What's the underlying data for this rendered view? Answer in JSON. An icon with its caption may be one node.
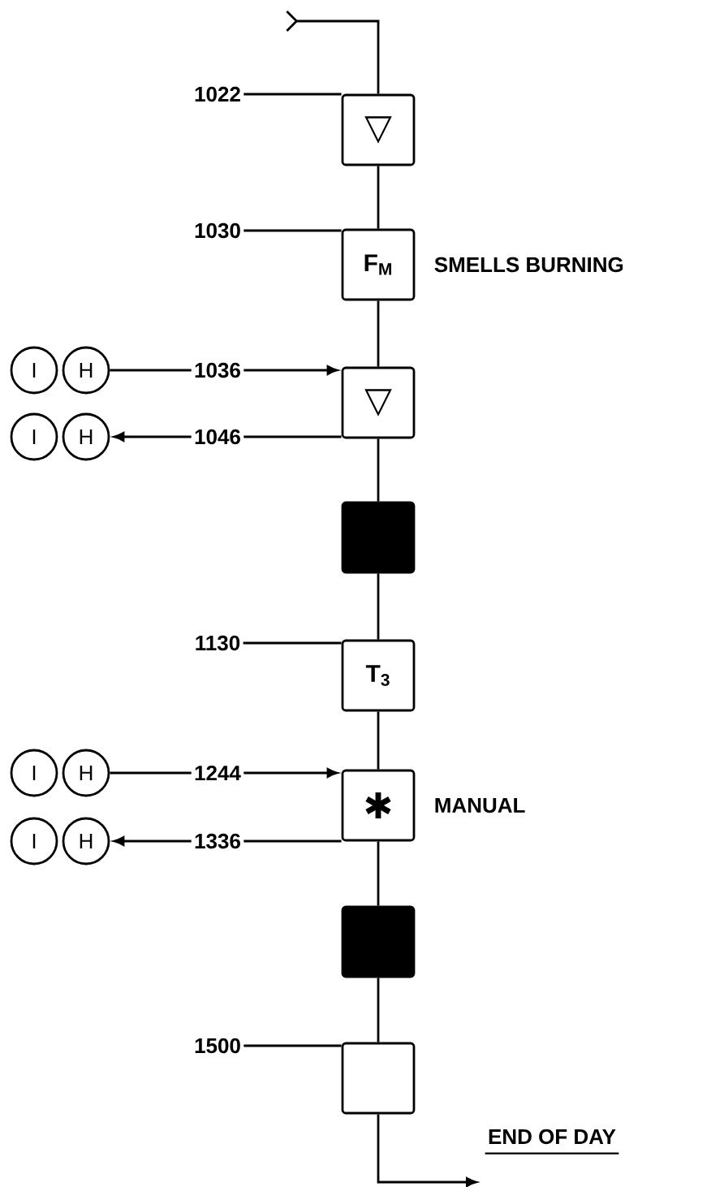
{
  "diagram": {
    "nodes": [
      {
        "text": [
          "1022"
        ]
      },
      {
        "text": [
          "▽"
        ]
      },
      {
        "text": [
          "1030"
        ]
      },
      {
        "text": [
          "F$_{M}$"
        ],
        "beside": [
          "SMELLS BURNING"
        ]
      },
      {
        "text": [
          "I"
        ]
      },
      {
        "text": [
          "H"
        ]
      },
      {
        "text": [
          "1036"
        ]
      },
      {
        "text": [
          "▽"
        ]
      },
      {
        "text": [
          "I"
        ]
      },
      {
        "text": [
          "H"
        ]
      },
      {
        "text": [
          "1046"
        ]
      },
      {
        "text": [],
        "shape": "block"
      },
      {
        "text": [
          "1130"
        ]
      },
      {
        "text": [
          "T$_{3}$"
        ]
      },
      {
        "text": [
          "I"
        ]
      },
      {
        "text": [
          "H"
        ]
      },
      {
        "text": [
          "1244"
        ]
      },
      {
        "text": [
          "✱"
        ],
        "beside": [
          "MANUAL"
        ]
      },
      {
        "text": [
          "I"
        ]
      },
      {
        "text": [
          "H"
        ]
      },
      {
        "text": [
          "1336"
        ]
      },
      {
        "text": [],
        "shape": "block"
      },
      {
        "text": [
          "1500"
        ]
      },
      {
        "text": [],
        "shape": "box"
      }
    ],
    "edges": [
      {
        "from": null,
        "to": 1,
        "arrow": "other"
      },
      {
        "from": 0,
        "to": 1,
        "arrow": "none"
      },
      {
        "from": 1,
        "to": 3,
        "arrow": "none"
      },
      {
        "from": 2,
        "to": 3,
        "arrow": "none"
      },
      {
        "from": 5,
        "to": 6,
        "arrow": "none"
      },
      {
        "from": 6,
        "to": 7,
        "arrow": "to"
      },
      {
        "from": 3,
        "to": 7,
        "arrow": "none"
      },
      {
        "from": 7,
        "to": 10,
        "arrow": "none"
      },
      {
        "from": 10,
        "to": 9,
        "arrow": "to"
      },
      {
        "from": 7,
        "to": 11,
        "arrow": "none"
      },
      {
        "from": 11,
        "to": 13,
        "arrow": "none"
      },
      {
        "from": 12,
        "to": 13,
        "arrow": "none"
      },
      {
        "from": 15,
        "to": 16,
        "arrow": "none"
      },
      {
        "from": 16,
        "to": 17,
        "arrow": "to"
      },
      {
        "from": 13,
        "to": 17,
        "arrow": "none"
      },
      {
        "from": 17,
        "to": 20,
        "arrow": "none"
      },
      {
        "from": 20,
        "to": 19,
        "arrow": "to"
      },
      {
        "from": 17,
        "to": 21,
        "arrow": "none"
      },
      {
        "from": 21,
        "to": 23,
        "arrow": "none"
      },
      {
        "from": 22,
        "to": 23,
        "arrow": "none"
      },
      {
        "from": 23,
        "to": null,
        "arrow": "to"
      }
    ],
    "labels": [
      "END OF DAY"
    ]
  }
}
